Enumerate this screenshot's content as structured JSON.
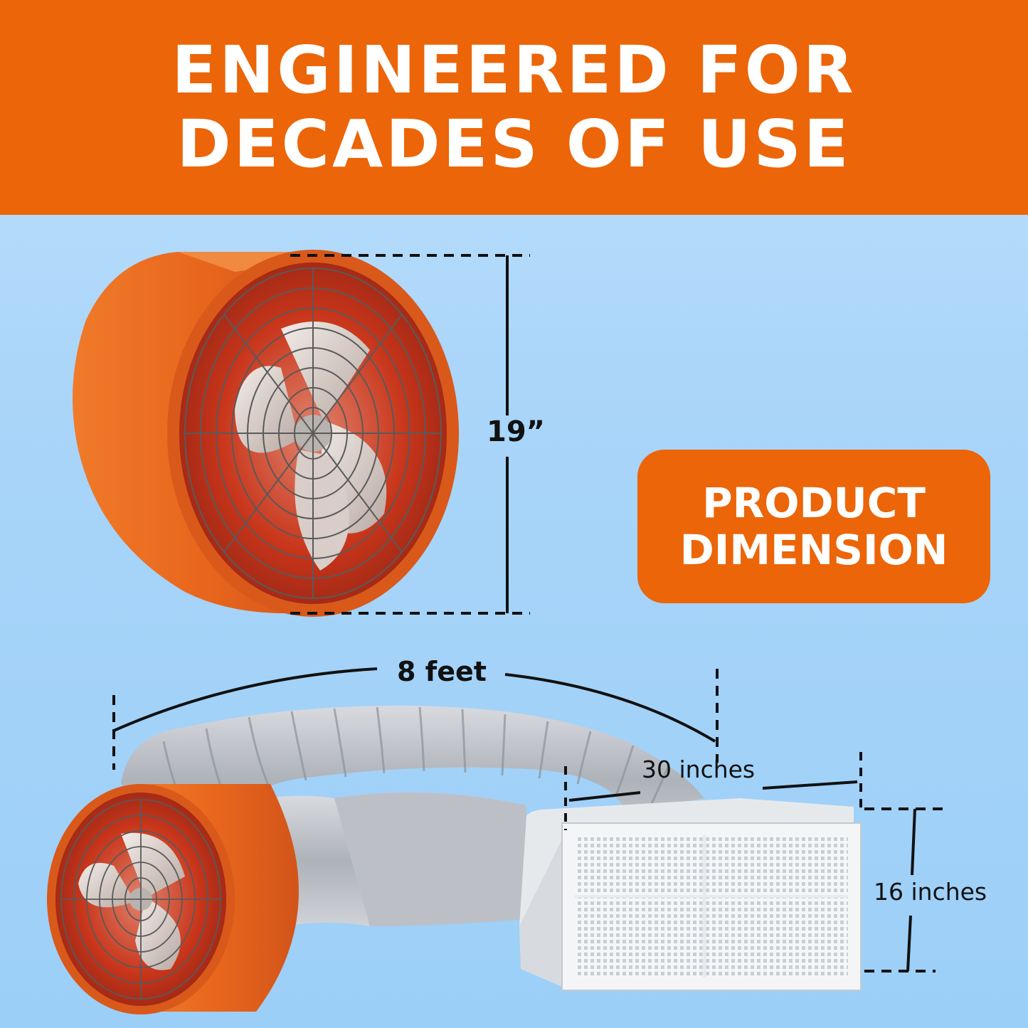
{
  "banner": {
    "line1": "ENGINEERED FOR",
    "line2": "DECADES OF USE"
  },
  "badge": {
    "line1": "PRODUCT",
    "line2": "DIMENSION"
  },
  "dimensions": {
    "fan_diameter": "19”",
    "duct_length": "8 feet",
    "grille_width": "30 inches",
    "grille_height": "16 inches"
  },
  "colors": {
    "accent": "#ec6508",
    "background": "#a9d5f9",
    "fan_body": "#e8661c",
    "fan_inner": "#c8351a",
    "duct": "#c9ccd2",
    "grille_frame": "#f2f4f6"
  }
}
